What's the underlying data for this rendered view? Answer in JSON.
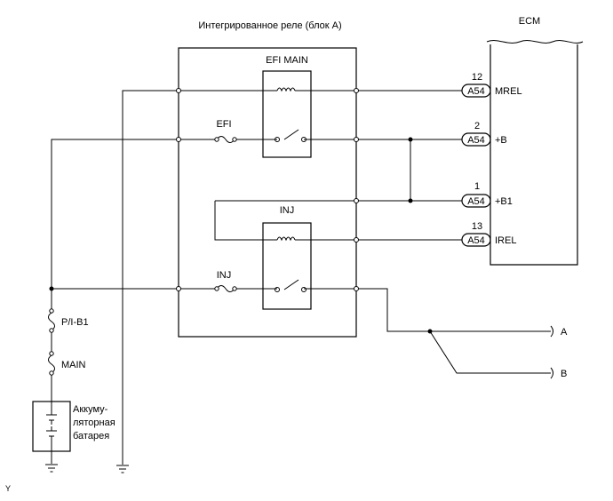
{
  "title": "Интегрированное реле (блок А)",
  "ecm_label": "ECM",
  "relays": {
    "efi_main": "EFI MAIN",
    "inj_relay": "INJ"
  },
  "fuses": {
    "efi": "EFI",
    "inj": "INJ",
    "pib1": "P/I-B1",
    "main": "MAIN"
  },
  "connectors": [
    {
      "pin": "12",
      "code": "A54",
      "signal": "MREL"
    },
    {
      "pin": "2",
      "code": "A54",
      "signal": "+B"
    },
    {
      "pin": "1",
      "code": "A54",
      "signal": "+B1"
    },
    {
      "pin": "13",
      "code": "A54",
      "signal": "IREL"
    }
  ],
  "battery": {
    "line1": "Аккуму-",
    "line2": "ляторная",
    "line3": "батарея"
  },
  "outputs": {
    "a": "A",
    "b": "B"
  },
  "corner_mark": "Y"
}
